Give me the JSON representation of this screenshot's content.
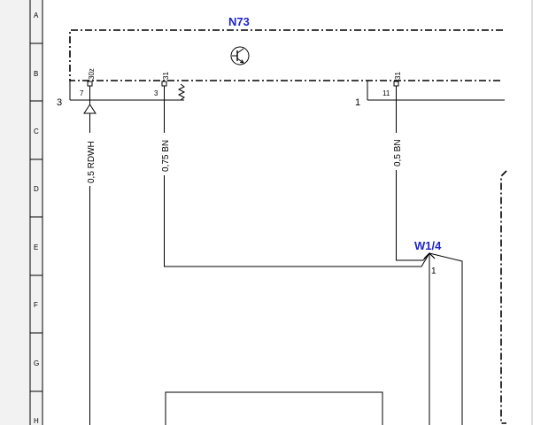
{
  "ruler": {
    "rows": [
      "A",
      "B",
      "C",
      "D",
      "E",
      "F",
      "G",
      "H"
    ]
  },
  "components": {
    "n73": {
      "label": "N73"
    },
    "w1_4": {
      "label": "W1/4",
      "pin": "1"
    }
  },
  "connector_pins": {
    "pin_30z": {
      "number": "7",
      "terminal": "30z"
    },
    "pin_31_left": {
      "number": "3",
      "terminal": "31"
    },
    "pin_31_right": {
      "number": "11",
      "terminal": "31"
    }
  },
  "connector_numbers": {
    "left": "3",
    "right": "1"
  },
  "wires": {
    "rdwh": {
      "label": "0,5 RDWH"
    },
    "bn_left": {
      "label": "0,75 BN"
    },
    "bn_right": {
      "label": "0,5 BN"
    }
  }
}
